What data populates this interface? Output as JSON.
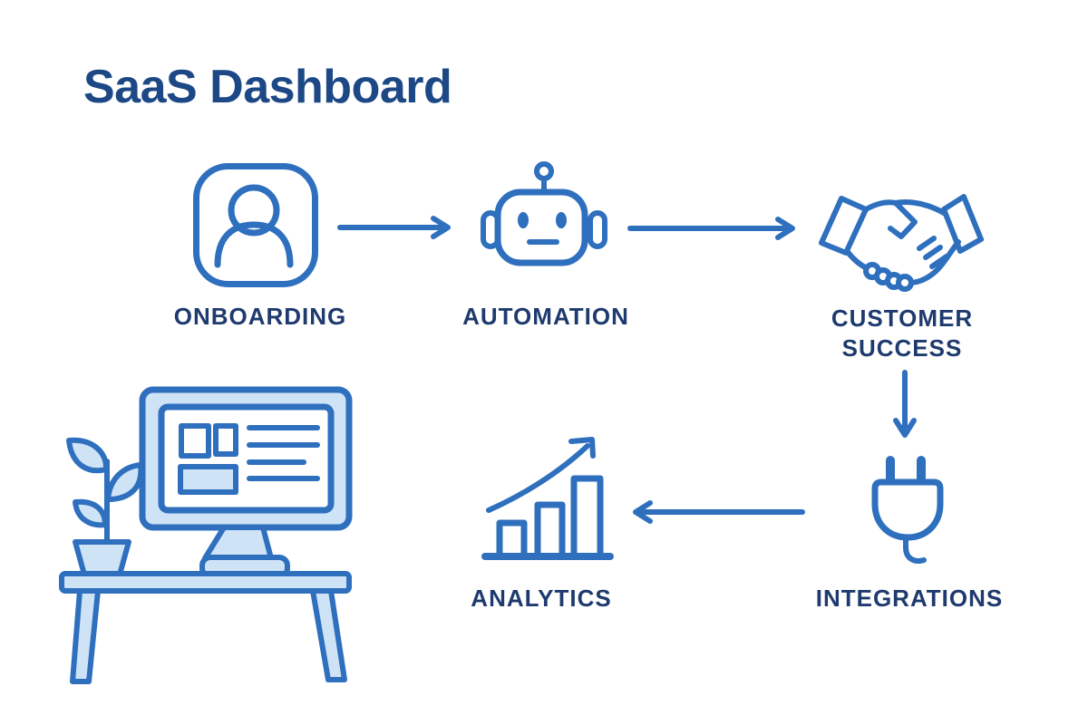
{
  "title": "SaaS Dashboard",
  "colors": {
    "icon_stroke": "#2e6fbe",
    "icon_fill": "#cfe3f7",
    "title_color": "#1d4886",
    "label_color": "#1e3a6e",
    "background": "#ffffff"
  },
  "flow": {
    "nodes": [
      {
        "id": "onboarding",
        "label": "ONBOARDING",
        "icon": "user-profile-icon"
      },
      {
        "id": "automation",
        "label": "AUTOMATION",
        "icon": "robot-icon"
      },
      {
        "id": "customer-success",
        "label": "CUSTOMER SUCCESS",
        "label_line1": "CUSTOMER",
        "label_line2": "SUCCESS",
        "icon": "handshake-icon"
      },
      {
        "id": "integrations",
        "label": "INTEGRATIONS",
        "icon": "plug-icon"
      },
      {
        "id": "analytics",
        "label": "ANALYTICS",
        "icon": "bar-chart-growth-icon"
      }
    ],
    "connections": [
      {
        "from": "onboarding",
        "to": "automation",
        "direction": "right"
      },
      {
        "from": "automation",
        "to": "customer-success",
        "direction": "right"
      },
      {
        "from": "customer-success",
        "to": "integrations",
        "direction": "down"
      },
      {
        "from": "integrations",
        "to": "analytics",
        "direction": "left"
      }
    ]
  },
  "decoration": {
    "desk_illustration": "desk-with-computer-monitor-and-plant"
  }
}
